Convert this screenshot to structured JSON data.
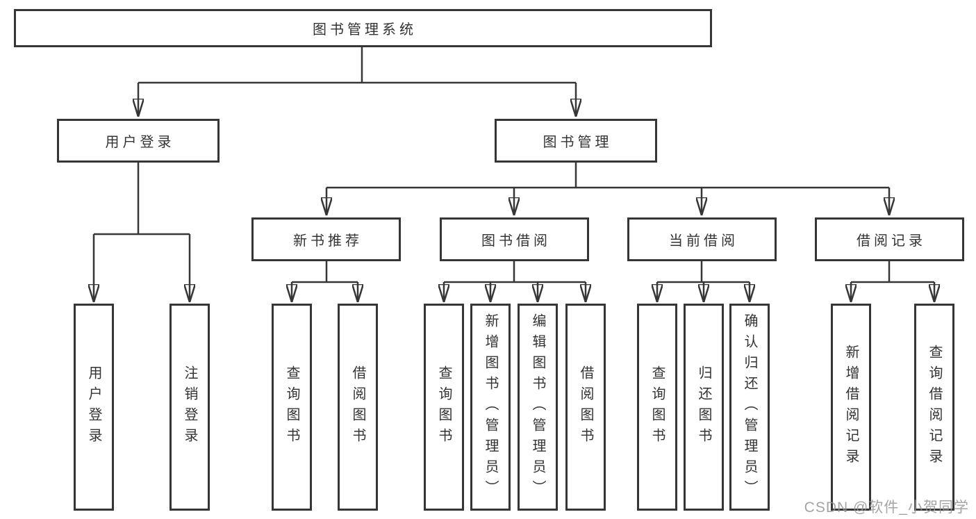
{
  "tree": {
    "root": {
      "label": "图书管理系统"
    },
    "branches": [
      {
        "label": "用户登录",
        "children": [
          {
            "label": "用户登录"
          },
          {
            "label": "注销登录"
          }
        ]
      },
      {
        "label": "图书管理",
        "children": [
          {
            "label": "新书推荐",
            "children": [
              {
                "label": "查询图书"
              },
              {
                "label": "借阅图书"
              }
            ]
          },
          {
            "label": "图书借阅",
            "children": [
              {
                "label": "查询图书"
              },
              {
                "label": "新增图书（管理员）"
              },
              {
                "label": "编辑图书（管理员）"
              },
              {
                "label": "借阅图书"
              }
            ]
          },
          {
            "label": "当前借阅",
            "children": [
              {
                "label": "查询图书"
              },
              {
                "label": "归还图书"
              },
              {
                "label": "确认归还（管理员）"
              }
            ]
          },
          {
            "label": "借阅记录",
            "children": [
              {
                "label": "新增借阅记录"
              },
              {
                "label": "查询借阅记录"
              }
            ]
          }
        ]
      }
    ]
  },
  "watermark": "CSDN @软件_小贺同学",
  "colors": {
    "line": "#363636",
    "text": "#333333",
    "box_background": "#ffffff",
    "watermark": "#949494",
    "background": "#ffffff"
  }
}
